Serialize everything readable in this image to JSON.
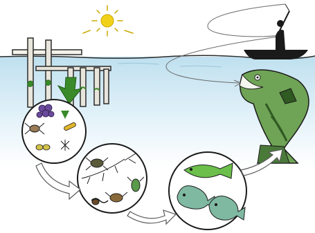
{
  "scene": {
    "sky_color": "#ffffff",
    "water_top_color": "#cfe8f3",
    "water_bottom_color": "#ffffff",
    "sun_color": "#f2d11a",
    "outline_color": "#1a1a1a",
    "algae_green": "#3a8a2a",
    "fish_green": "#6bbf4a",
    "fish_blue_green": "#7fb9a2",
    "arrow_fill": "#ffffff",
    "arrow_stroke": "#5a5a5a"
  },
  "icons": [
    "sun-icon",
    "dock-pilings",
    "green-down-arrow-icon",
    "plankton-circle",
    "insects-circle",
    "small-fish-circle",
    "bass-fish",
    "fisherman-boat",
    "fishing-line"
  ]
}
